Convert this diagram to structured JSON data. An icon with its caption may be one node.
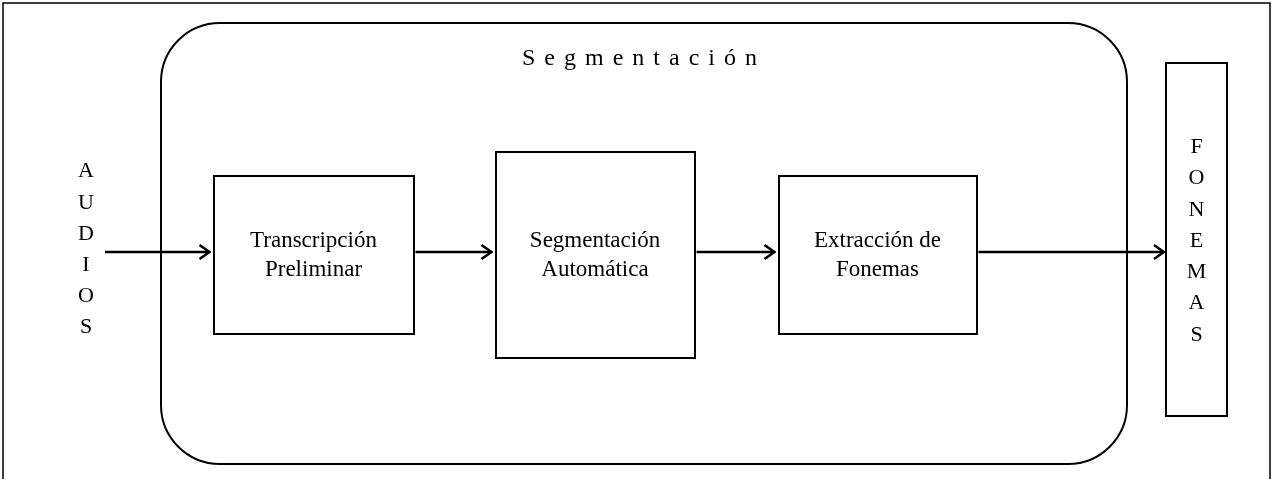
{
  "diagram": {
    "nodes": [
      {
        "text": [
          "Segmentación"
        ]
      },
      {
        "text": [
          "Transcripción Preliminar"
        ],
        "in": 0
      },
      {
        "text": [
          "Segmentación Automática"
        ],
        "in": 0
      },
      {
        "text": [
          "Extracción de Fonemas"
        ],
        "in": 0
      },
      {
        "text": [
          "AUDIOS"
        ]
      },
      {
        "text": [
          "FONEMAS"
        ]
      }
    ],
    "edges": [
      {
        "from": 4,
        "to": 1,
        "arrow": "to"
      },
      {
        "from": 1,
        "to": 2,
        "arrow": "to"
      },
      {
        "from": 2,
        "to": 3,
        "arrow": "to"
      },
      {
        "from": 3,
        "to": 5,
        "arrow": "to"
      }
    ]
  }
}
